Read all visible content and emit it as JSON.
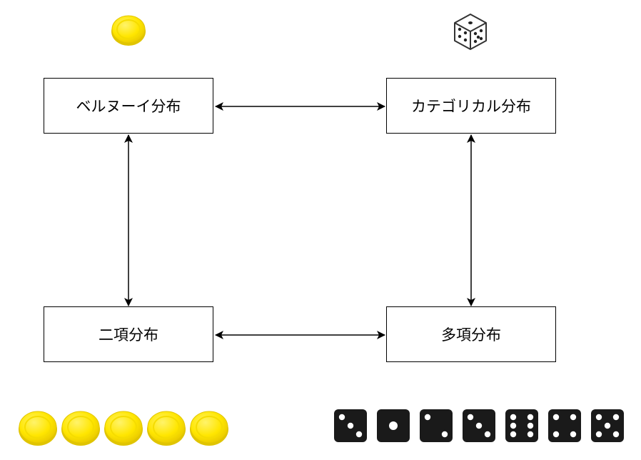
{
  "nodes": {
    "bernoulli": "ベルヌーイ分布",
    "categorical": "カテゴリカル分布",
    "binomial": "二項分布",
    "multinomial": "多項分布"
  },
  "edges": [
    {
      "from": "bernoulli",
      "to": "categorical",
      "direction": "both"
    },
    {
      "from": "bernoulli",
      "to": "binomial",
      "direction": "both"
    },
    {
      "from": "categorical",
      "to": "multinomial",
      "direction": "both"
    },
    {
      "from": "binomial",
      "to": "multinomial",
      "direction": "both"
    }
  ],
  "icons": {
    "single_coin": "coin-icon",
    "single_die": "die-icon",
    "coin_row": {
      "icon": "coin-icon",
      "count": 5
    },
    "dice_row": {
      "icon": "die-face-icon",
      "faces": [
        3,
        1,
        2,
        3,
        6,
        4,
        5
      ]
    }
  },
  "colors": {
    "coin_fill": "#ffe600",
    "coin_edge": "#e3c700",
    "die_dark": "#1a1a1a",
    "line": "#000000"
  }
}
